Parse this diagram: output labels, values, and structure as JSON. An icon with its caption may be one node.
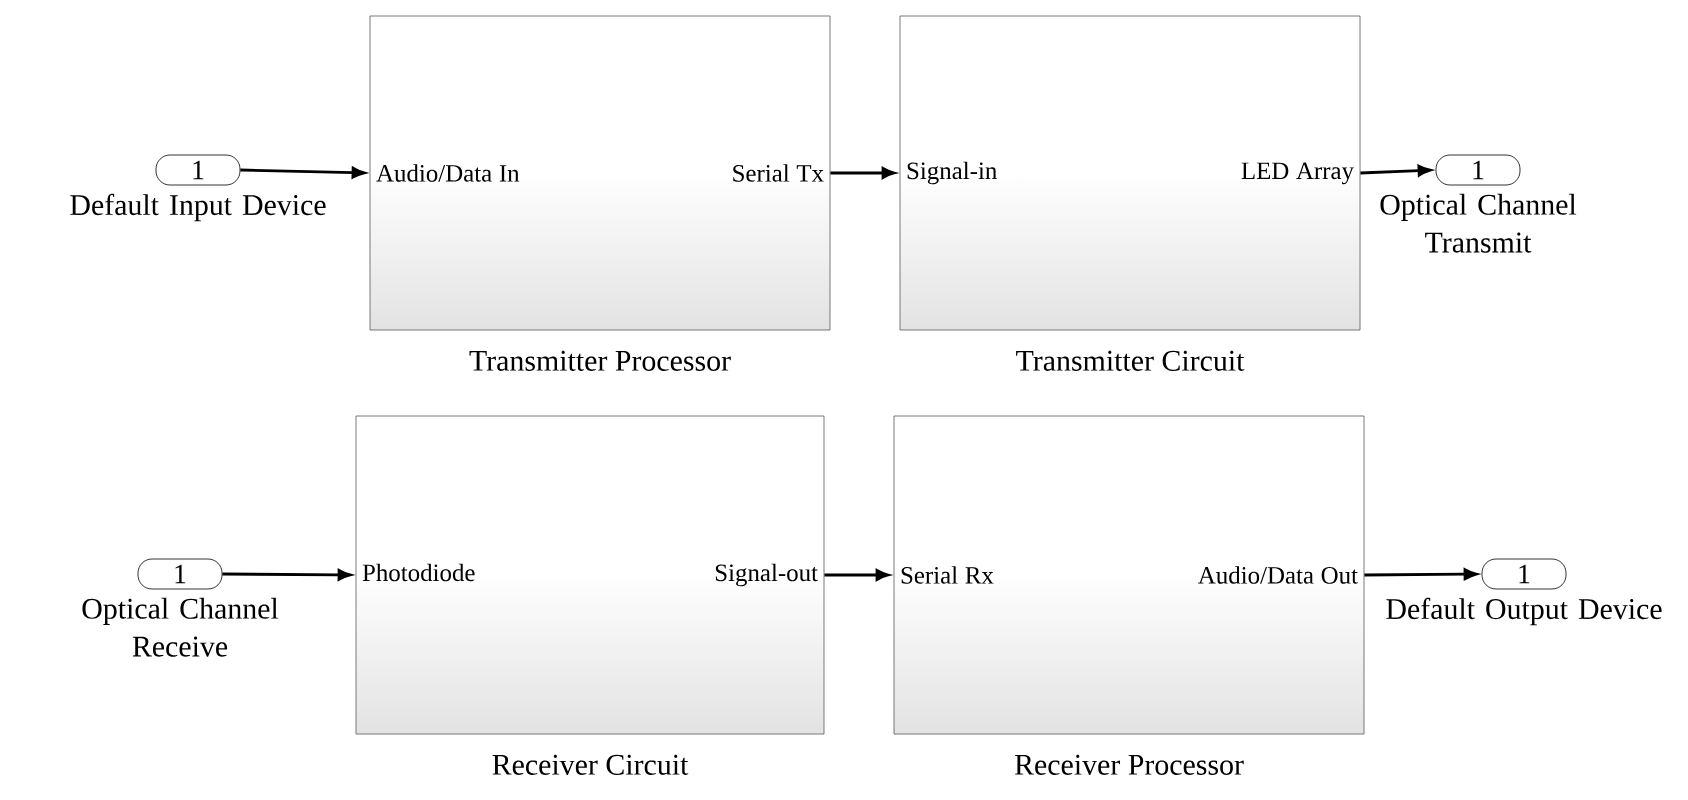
{
  "diagram": {
    "nodes": [
      {
        "text": [
          "1"
        ],
        "beside": [
          "Default Input Device"
        ]
      },
      {
        "text": [
          "Audio/Data In",
          "Serial Tx"
        ],
        "beside": [
          "Transmitter Processor"
        ]
      },
      {
        "text": [
          "Signal-in",
          "LED Array"
        ],
        "beside": [
          "Transmitter Circuit"
        ]
      },
      {
        "text": [
          "1"
        ],
        "beside": [
          "Optical Channel Transmit"
        ]
      },
      {
        "text": [
          "1"
        ],
        "beside": [
          "Optical Channel Receive"
        ]
      },
      {
        "text": [
          "Photodiode",
          "Signal-out"
        ],
        "beside": [
          "Receiver Circuit"
        ]
      },
      {
        "text": [
          "Serial Rx",
          "Audio/Data Out"
        ],
        "beside": [
          "Receiver Processor"
        ]
      },
      {
        "text": [
          "1"
        ],
        "beside": [
          "Default Output Device"
        ]
      }
    ],
    "edges": [
      {
        "from": 0,
        "to": 1,
        "arrow": "to"
      },
      {
        "from": 1,
        "to": 2,
        "arrow": "to"
      },
      {
        "from": 2,
        "to": 3,
        "arrow": "to"
      },
      {
        "from": 4,
        "to": 5,
        "arrow": "to"
      },
      {
        "from": 5,
        "to": 6,
        "arrow": "to"
      },
      {
        "from": 6,
        "to": 7,
        "arrow": "to"
      }
    ]
  }
}
